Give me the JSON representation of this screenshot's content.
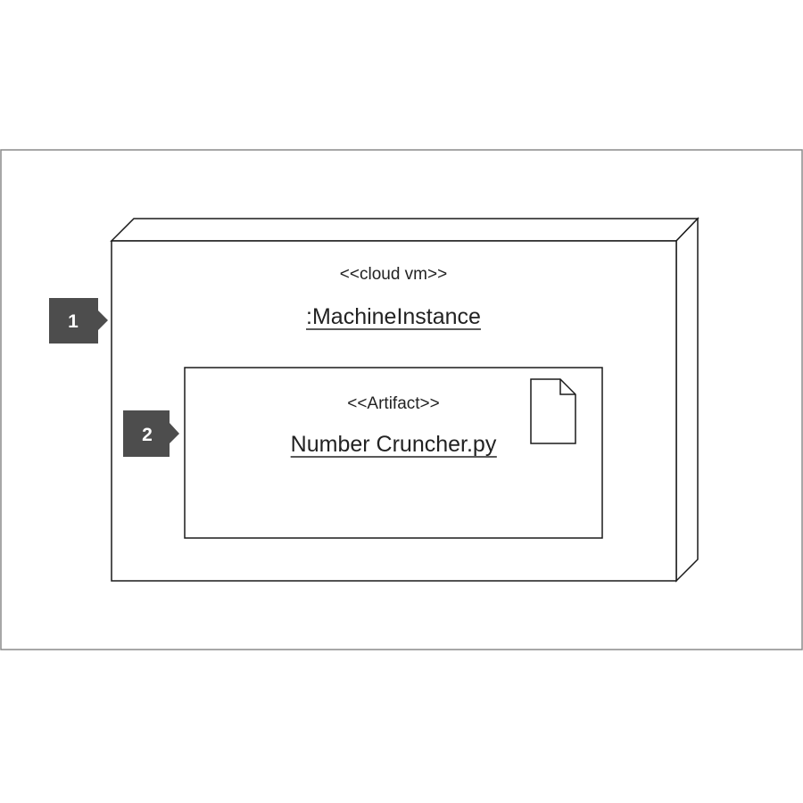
{
  "diagram": {
    "node": {
      "stereotype": "<<cloud vm>>",
      "name": ":MachineInstance"
    },
    "artifact": {
      "stereotype": "<<Artifact>>",
      "name": "Number Cruncher.py"
    },
    "callouts": [
      {
        "label": "1"
      },
      {
        "label": "2"
      }
    ],
    "colors": {
      "line": "#1a1a1a",
      "frame": "#8a8a8a",
      "badge": "#4d4d4d",
      "badge_text": "#ffffff",
      "background": "#ffffff"
    }
  }
}
